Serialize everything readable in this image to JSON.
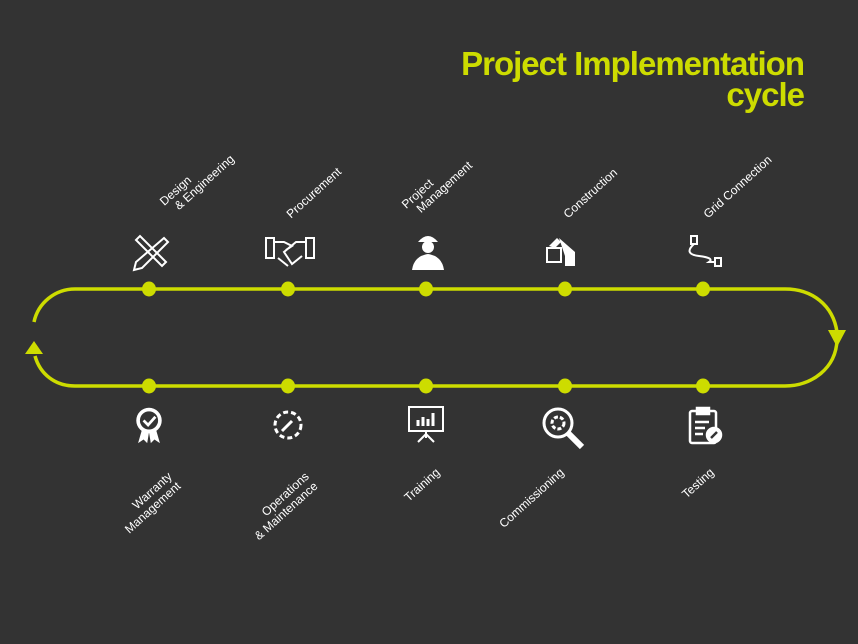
{
  "title": {
    "line1": "Project Implementation",
    "line2": "cycle"
  },
  "colors": {
    "accent": "#cddc00",
    "background": "#333333",
    "text": "#ffffff"
  },
  "top_steps": [
    {
      "line1": "Design",
      "line2": "& Engineering",
      "icon": "ruler-pencil-icon"
    },
    {
      "line1": "Procurement",
      "line2": "",
      "icon": "handshake-icon"
    },
    {
      "line1": "Project",
      "line2": "Management",
      "icon": "engineer-icon"
    },
    {
      "line1": "Construction",
      "line2": "",
      "icon": "excavator-icon"
    },
    {
      "line1": "Grid Connection",
      "line2": "",
      "icon": "plug-icon"
    }
  ],
  "bottom_steps": [
    {
      "line1": "Warranty",
      "line2": "Management",
      "icon": "award-ribbon-icon"
    },
    {
      "line1": "Operations",
      "line2": "& Maintenance",
      "icon": "gear-wrench-icon"
    },
    {
      "line1": "Training",
      "line2": "",
      "icon": "presentation-board-icon"
    },
    {
      "line1": "Commissioning",
      "line2": "",
      "icon": "magnifier-gear-icon"
    },
    {
      "line1": "Testing",
      "line2": "",
      "icon": "clipboard-check-icon"
    }
  ]
}
